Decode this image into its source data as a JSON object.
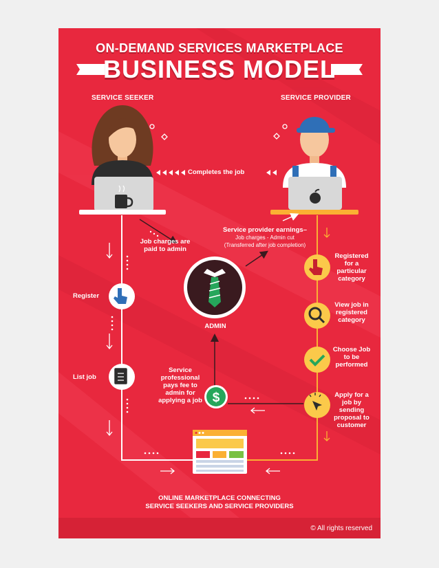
{
  "title": {
    "line1": "ON-DEMAND SERVICES MARKETPLACE",
    "line2": "BUSINESS MODEL"
  },
  "seeker": {
    "label": "SERVICE SEEKER",
    "steps": [
      "Register",
      "List job"
    ]
  },
  "provider": {
    "label": "SERVICE PROVIDER",
    "steps": [
      "Registered for a particular category",
      "View job in registered category",
      "Choose Job to be performed",
      "Apply for a job by sending proposal to customer"
    ]
  },
  "flows": {
    "completes": "Completes the job",
    "job_charges": "Job charges are paid to admin",
    "earnings_title": "Service provider earnings–",
    "earnings_line1": "Job charges - Admin cut",
    "earnings_line2": "(Transferred after job completion)",
    "fee": "Service professional pays fee to admin for applying a job"
  },
  "admin": {
    "label": "ADMIN"
  },
  "marketplace": {
    "line1": "ONLINE MARKETPLACE CONNECTING",
    "line2": "SERVICE SEEKERS AND SERVICE PROVIDERS"
  },
  "footer": "© All rights reserved",
  "colors": {
    "background": "#e8283e",
    "seeker_line": "#ffffff",
    "provider_line": "#fbb033",
    "admin_circle": "#3a1a1f",
    "step_circle_yellow": "#fbc94a",
    "fee_circle": "#26a65b"
  },
  "icons": [
    "pointer-hand-icon",
    "search-icon",
    "checkmark-icon",
    "cursor-click-icon",
    "dollar-icon",
    "checklist-icon",
    "tie-icon",
    "browser-window-icon",
    "coffee-mug-icon",
    "apple-logo-icon"
  ]
}
